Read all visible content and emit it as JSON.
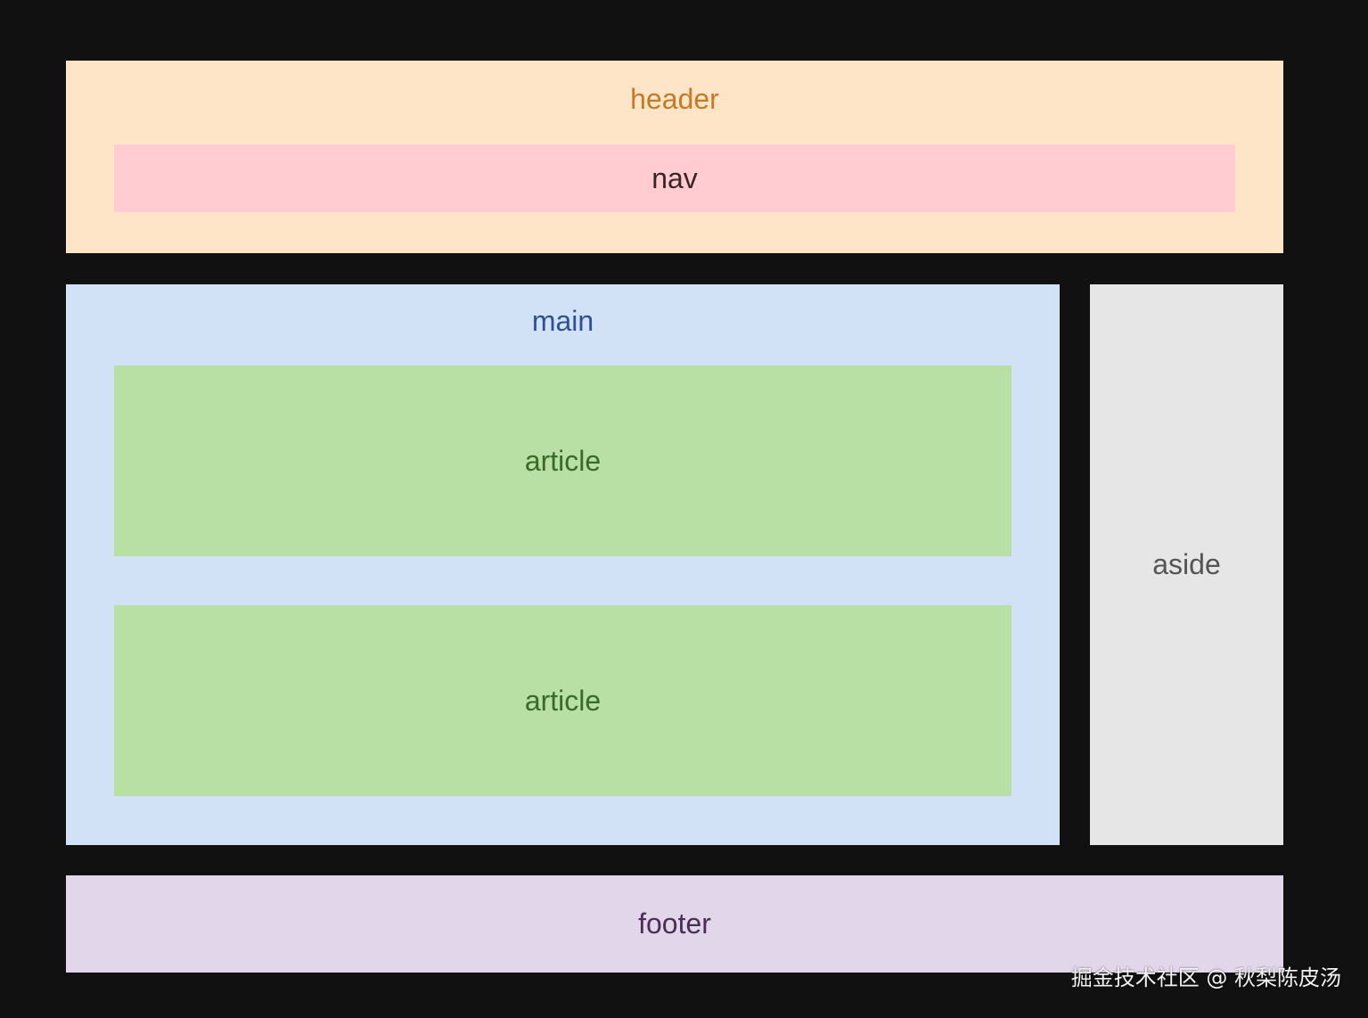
{
  "layout": {
    "header": {
      "label": "header",
      "color": "#ffe5c8",
      "text_color": "#c77a26"
    },
    "nav": {
      "label": "nav",
      "color": "#ffcdd1",
      "text_color": "#3b2326"
    },
    "main": {
      "label": "main",
      "color": "#d2e2f6",
      "text_color": "#2f5096",
      "articles": [
        {
          "label": "article"
        },
        {
          "label": "article"
        }
      ],
      "article_color": "#b8e0a4",
      "article_text_color": "#3a6a2a"
    },
    "aside": {
      "label": "aside",
      "color": "#e6e6e6",
      "text_color": "#555555"
    },
    "footer": {
      "label": "footer",
      "color": "#e2d6ea",
      "text_color": "#4a2e56"
    }
  },
  "watermark": "掘金技术社区 @ 秋梨陈皮汤"
}
